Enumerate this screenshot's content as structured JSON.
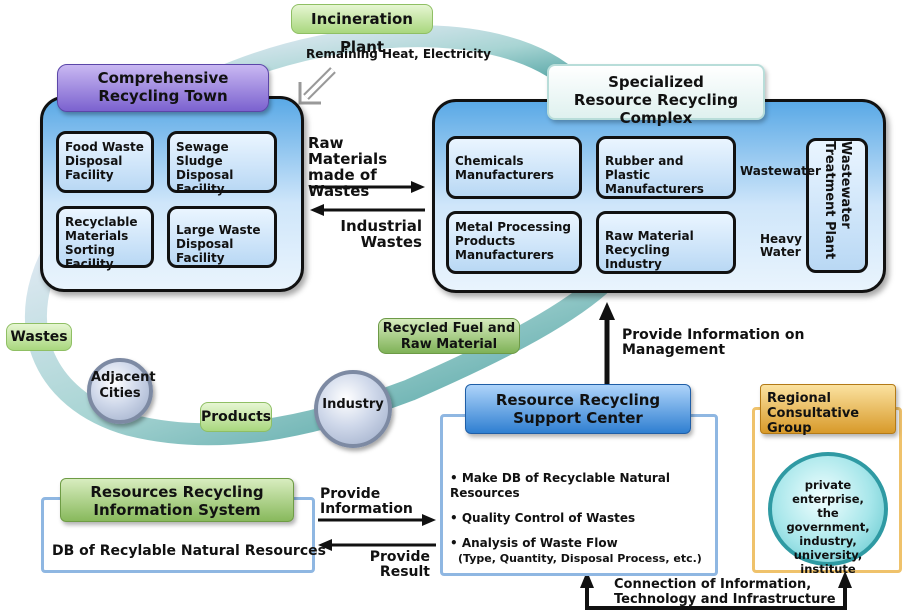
{
  "title_tags": {
    "incineration_plant": "Incineration Plant",
    "remaining_heat": "Remaining Heat, Electricity",
    "wastes": "Wastes",
    "products": "Products",
    "recycled_fuel": "Recycled Fuel and Raw Material"
  },
  "circles": {
    "adjacent_cities": "Adjacent Cities",
    "industry": "Industry"
  },
  "recycling_town": {
    "title": "Comprehensive Recycling Town",
    "cells": [
      "Food Waste Disposal Facility",
      "Sewage Sludge Disposal Facility",
      "Recyclable Materials Sorting Facility",
      "Large Waste Disposal Facility"
    ]
  },
  "complex": {
    "title": "Specialized Resource Recycling Complex",
    "cells": [
      "Chemicals Manufacturers",
      "Rubber and Plastic Manufacturers",
      "Metal Processing Products Manufacturers",
      "Raw Material Recycling Industry"
    ],
    "wastewater_plant": "Wastewater Treatment Plant",
    "wastewater_label": "Wastewater",
    "heavy_water_label": "Heavy Water"
  },
  "flows": {
    "raw_materials": "Raw Materials made of Wastes",
    "industrial_wastes": "Industrial Wastes",
    "provide_info_mgmt": "Provide Information on Management",
    "provide_information": "Provide Information",
    "provide_result": "Provide Result",
    "connection": "Connection of Information, Technology and Infrastructure"
  },
  "support_center": {
    "title": "Resource Recycling Support Center",
    "bullets": [
      "• Make DB of Recyclable Natural Resources",
      "• Quality Control of Wastes",
      "• Analysis of Waste Flow",
      "(Type, Quantity, Disposal Process, etc.)"
    ]
  },
  "info_system": {
    "title": "Resources Recycling Information System",
    "body": "DB of Recylable Natural Resources"
  },
  "consultative": {
    "title": "Regional Consultative Group",
    "members": "private enterprise, the government, industry, university, institute"
  }
}
